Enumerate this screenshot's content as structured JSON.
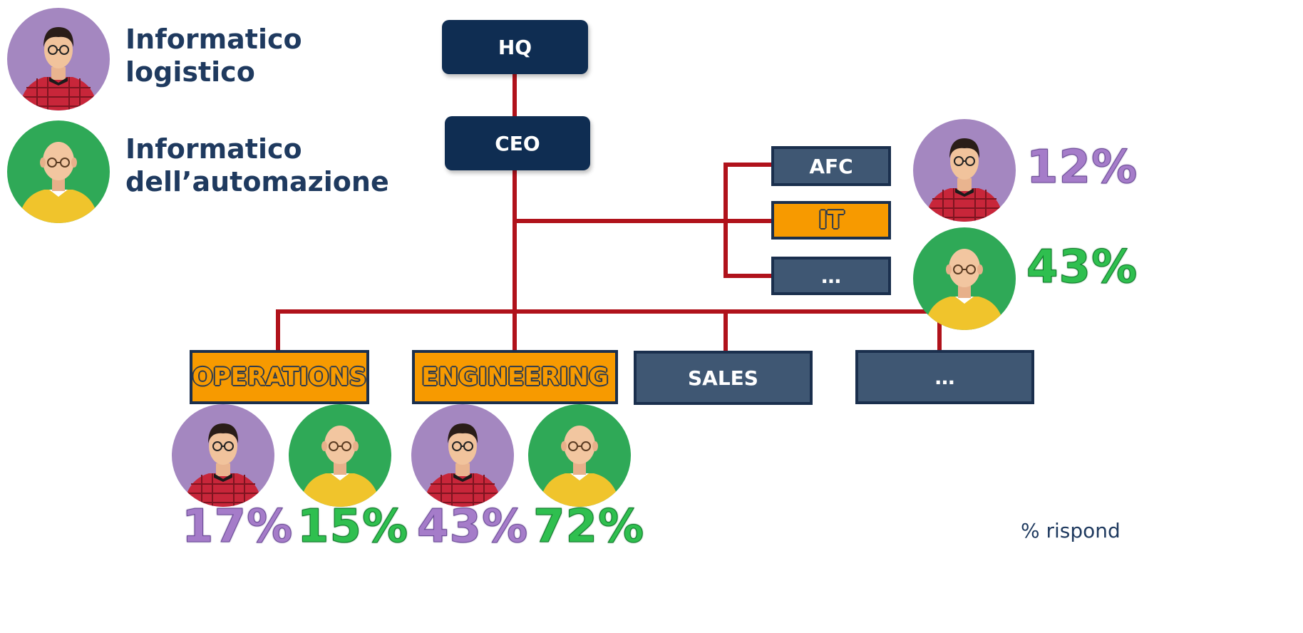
{
  "legend": {
    "logistic_label_line1": "Informatico",
    "logistic_label_line2": "logistico",
    "automation_label_line1": "Informatico",
    "automation_label_line2": "dell’automazione"
  },
  "nodes": {
    "hq": "HQ",
    "ceo": "CEO",
    "afc": "AFC",
    "it": "IT",
    "side_more": "…",
    "operations": "OPERATIONS",
    "engineering": "ENGINEERING",
    "sales": "SALES",
    "bottom_more": "…"
  },
  "percentages": {
    "it_logistic": "12%",
    "it_automation": "43%",
    "operations_logistic": "17%",
    "operations_automation": "15%",
    "engineering_logistic": "43%",
    "engineering_automation": "72%"
  },
  "colors": {
    "navy": "#0f2d52",
    "slate": "#3f5773",
    "orange": "#f79a00",
    "connector_red": "#b0121b",
    "logistic_purple": "#a57cc9",
    "automation_green": "#2fbf4f"
  },
  "icons": {
    "logistic": "logistic-it-person-icon",
    "automation": "automation-it-person-icon"
  },
  "footnote": "% rispond"
}
